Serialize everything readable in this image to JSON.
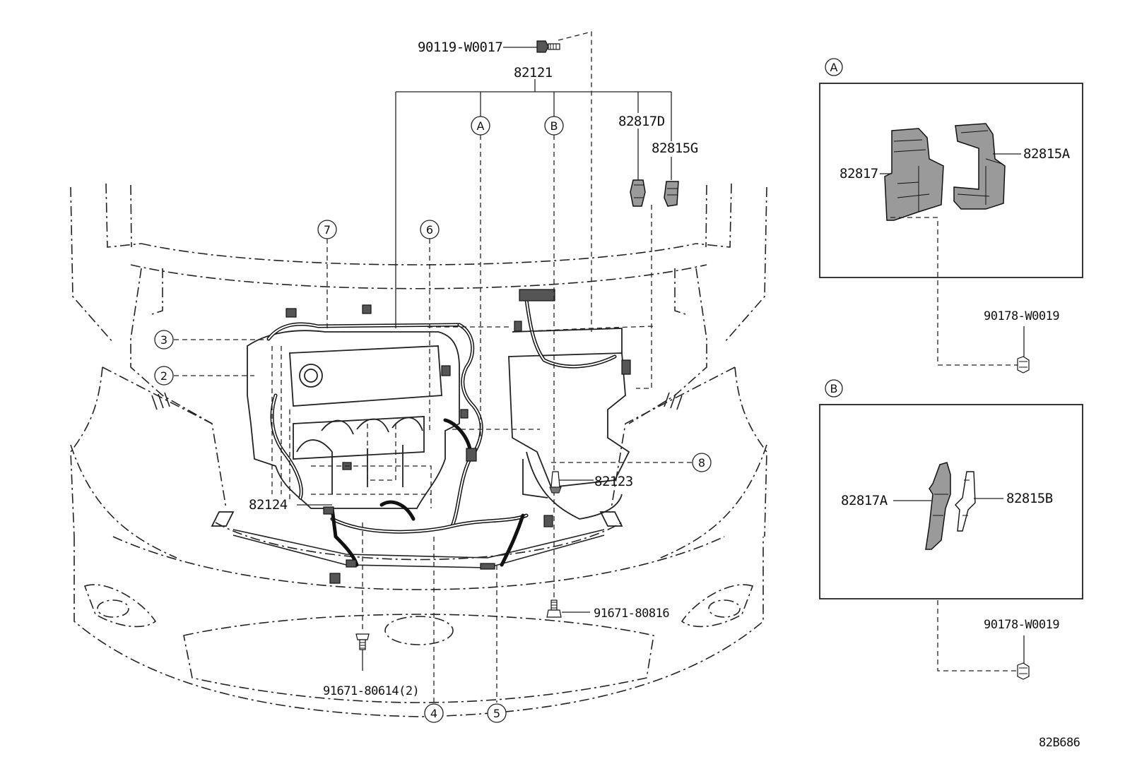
{
  "labels": {
    "bolt_top": "90119-W0017",
    "harness_main": "82121",
    "clamp_d": "82817D",
    "cover_g": "82815G",
    "harness_82123": "82123",
    "harness_82124": "82124",
    "bolt_front_right": "91671-80816",
    "bolt_front_left": "91671-80614(2)"
  },
  "callouts": {
    "A": "A",
    "B": "B",
    "n2": "2",
    "n3": "3",
    "n4": "4",
    "n5": "5",
    "n6": "6",
    "n7": "7",
    "n8": "8"
  },
  "detail_a": {
    "marker": "A",
    "left_part": "82817",
    "right_part": "82815A",
    "fastener": "90178-W0019"
  },
  "detail_b": {
    "marker": "B",
    "left_part": "82817A",
    "right_part": "82815B",
    "fastener": "90178-W0019"
  },
  "diagram_code": "82B686"
}
